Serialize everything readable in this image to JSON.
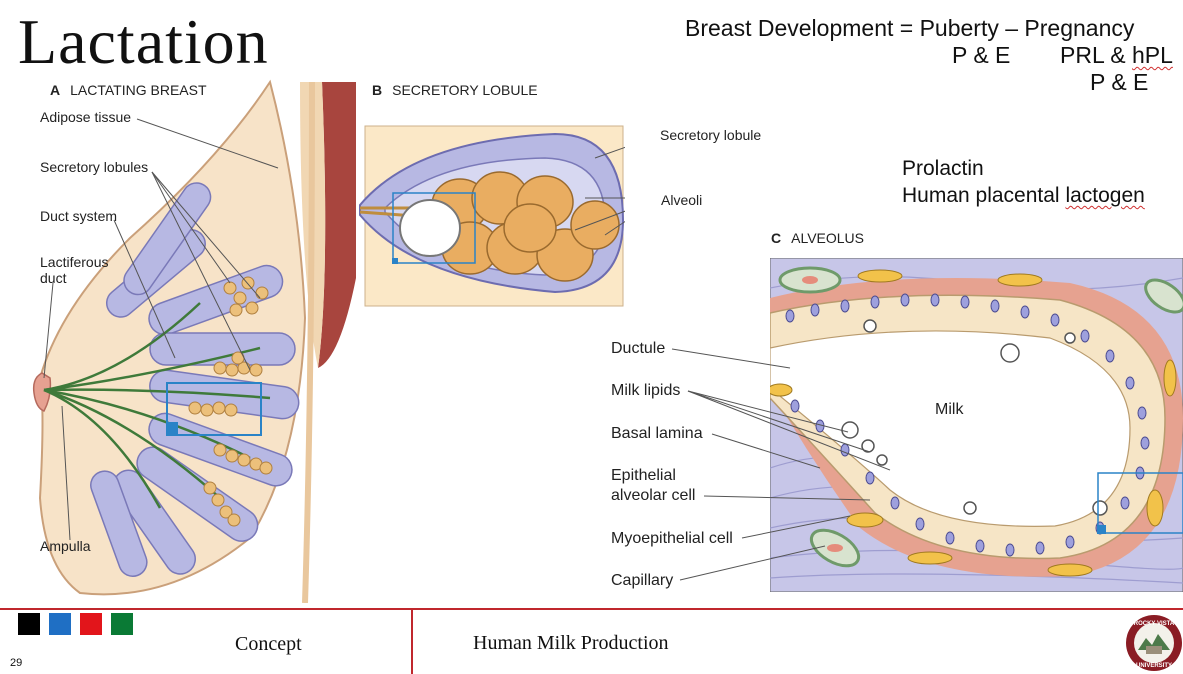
{
  "slide": {
    "title": "Lactation",
    "page_number": "29"
  },
  "header": {
    "line1": "Breast Development = Puberty – Pregnancy",
    "puberty_hormones": "P & E",
    "pregnancy_hormones_a": "PRL & ",
    "pregnancy_hormones_b": "hPL",
    "pregnancy_hormones_line2": "P & E"
  },
  "hormones": {
    "line1": "Prolactin",
    "line2_a": "Human placental ",
    "line2_b": "lactogen"
  },
  "panel_a": {
    "letter": "A",
    "title": "LACTATING BREAST",
    "labels": {
      "adipose": "Adipose tissue",
      "lobules": "Secretory lobules",
      "ducts": "Duct system",
      "lactiferous1": "Lactiferous",
      "lactiferous2": "duct",
      "ampulla": "Ampulla"
    }
  },
  "panel_b": {
    "letter": "B",
    "title": "SECRETORY LOBULE",
    "labels": {
      "lobule": "Secretory lobule",
      "alveoli": "Alveoli"
    }
  },
  "panel_c": {
    "letter": "C",
    "title": "ALVEOLUS",
    "labels": {
      "ductule": "Ductule",
      "lipids": "Milk lipids",
      "basal": "Basal lamina",
      "epithelial1": "Epithelial",
      "epithelial2": "alveolar cell",
      "myo": "Myoepithelial cell",
      "capillary": "Capillary",
      "milk": "Milk"
    }
  },
  "footer": {
    "concept_label": "Concept",
    "topic": "Human Milk Production",
    "color_squares": [
      "#000000",
      "#1f6fc4",
      "#e2151b",
      "#0a7a35"
    ],
    "logo_text": "ROCKY VISTA UNIVERSITY"
  }
}
